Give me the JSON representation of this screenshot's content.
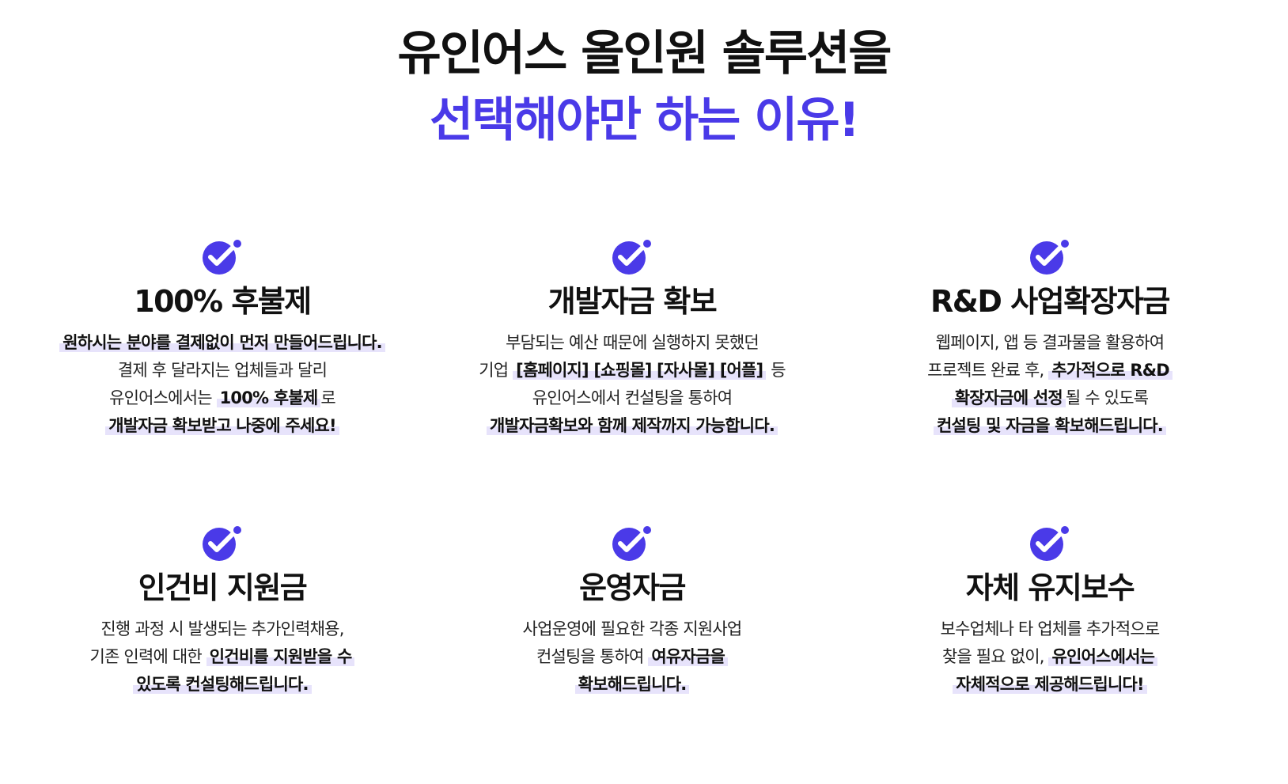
{
  "headline": {
    "line1": "유인어스  올인원 솔루션을",
    "line2": "선택해야만 하는 이유!"
  },
  "colors": {
    "accent": "#4a3ae8",
    "highlight": "#e7e3fb",
    "text": "#111111"
  },
  "icon": "check-circle-icon",
  "cards": [
    {
      "title": "100% 후불제",
      "lines": [
        [
          {
            "t": "원하시는 분야를 결제없이 먼저 만들어드립니다.",
            "b": true
          }
        ],
        [
          {
            "t": "결제 후 달라지는 업체들과 달리",
            "b": false
          }
        ],
        [
          {
            "t": "유인어스에서는 ",
            "b": false
          },
          {
            "t": "100% 후불제",
            "b": true
          },
          {
            "t": "로",
            "b": false
          }
        ],
        [
          {
            "t": "개발자금 확보받고 나중에 주세요!",
            "b": true
          }
        ]
      ]
    },
    {
      "title": "개발자금 확보",
      "lines": [
        [
          {
            "t": "부담되는 예산 때문에 실행하지 못했던",
            "b": false
          }
        ],
        [
          {
            "t": "기업 ",
            "b": false
          },
          {
            "t": "[홈페이지] [쇼핑몰] [자사몰] [어플]",
            "b": true
          },
          {
            "t": " 등",
            "b": false
          }
        ],
        [
          {
            "t": "유인어스에서 컨설팅을 통하여",
            "b": false
          }
        ],
        [
          {
            "t": "개발자금확보와 함께 제작까지 가능합니다.",
            "b": true
          }
        ]
      ]
    },
    {
      "title": "R&D 사업확장자금",
      "lines": [
        [
          {
            "t": "웹페이지, 앱 등 결과물을 활용하여",
            "b": false
          }
        ],
        [
          {
            "t": "프로젝트 완료 후, ",
            "b": false
          },
          {
            "t": "추가적으로 R&D",
            "b": true
          }
        ],
        [
          {
            "t": "확장자금에 선정",
            "b": true
          },
          {
            "t": "될 수 있도록",
            "b": false
          }
        ],
        [
          {
            "t": "컨설팅 및 자금을 확보해드립니다.",
            "b": true
          }
        ]
      ]
    },
    {
      "title": "인건비 지원금",
      "lines": [
        [
          {
            "t": "진행 과정 시 발생되는 추가인력채용,",
            "b": false
          }
        ],
        [
          {
            "t": "기존 인력에 대한 ",
            "b": false
          },
          {
            "t": "인건비를 지원받을 수",
            "b": true
          }
        ],
        [
          {
            "t": "있도록 컨설팅해드립니다.",
            "b": true
          }
        ]
      ]
    },
    {
      "title": "운영자금",
      "lines": [
        [
          {
            "t": "사업운영에 필요한 각종 지원사업",
            "b": false
          }
        ],
        [
          {
            "t": "컨설팅을 통하여 ",
            "b": false
          },
          {
            "t": "여유자금을",
            "b": true
          }
        ],
        [
          {
            "t": "확보해드립니다.",
            "b": true
          }
        ]
      ]
    },
    {
      "title": "자체 유지보수",
      "lines": [
        [
          {
            "t": "보수업체나 타 업체를 추가적으로",
            "b": false
          }
        ],
        [
          {
            "t": "찾을 필요 없이, ",
            "b": false
          },
          {
            "t": "유인어스에서는",
            "b": true
          }
        ],
        [
          {
            "t": "자체적으로 제공해드립니다!",
            "b": true
          }
        ]
      ]
    }
  ]
}
